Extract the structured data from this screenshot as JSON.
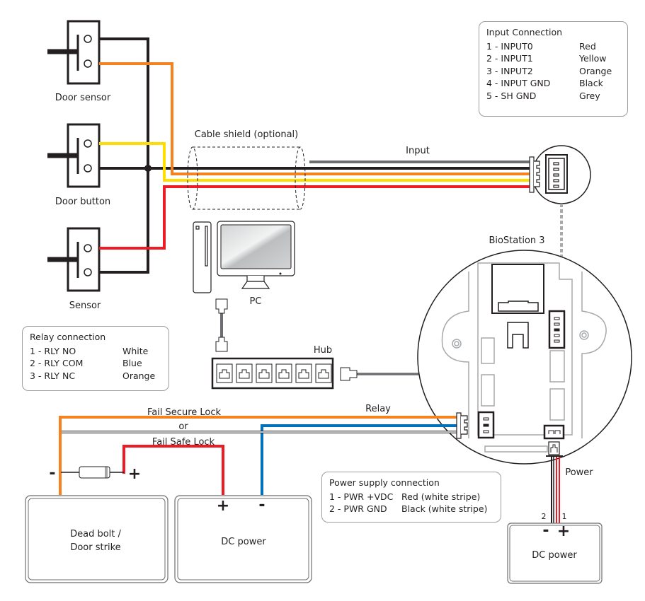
{
  "colors": {
    "black": "#231f20",
    "orange": "#f58220",
    "yellow": "#ffdd00",
    "red": "#ed1c24",
    "grey": "#6d6e71",
    "blue": "#0072bc",
    "light_grey": "#a7a9ac"
  },
  "labels": {
    "door_sensor": "Door sensor",
    "door_button": "Door button",
    "sensor": "Sensor",
    "cable_shield": "Cable shield (optional)",
    "input": "Input",
    "pc": "PC",
    "hub": "Hub",
    "biostation": "BioStation 3",
    "relay": "Relay",
    "fail_secure": "Fail Secure Lock",
    "or": "or",
    "fail_safe": "Fail Safe Lock",
    "power": "Power",
    "deadbolt_line1": "Dead bolt /",
    "deadbolt_line2": "Door strike",
    "dc_power_left": "DC power",
    "dc_power_right": "DC power",
    "plus": "+",
    "minus": "-",
    "pin_2": "2",
    "pin_1": "1"
  },
  "input_connection": {
    "title": "Input Connection",
    "rows": [
      {
        "pin": "1 - INPUT0",
        "color": "Red"
      },
      {
        "pin": "2 - INPUT1",
        "color": "Yellow"
      },
      {
        "pin": "3 - INPUT2",
        "color": "Orange"
      },
      {
        "pin": "4 - INPUT GND",
        "color": "Black"
      },
      {
        "pin": "5 - SH GND",
        "color": "Grey"
      }
    ]
  },
  "relay_connection": {
    "title": "Relay connection",
    "rows": [
      {
        "pin": "1 - RLY NO",
        "color": "White"
      },
      {
        "pin": "2 - RLY COM",
        "color": "Blue"
      },
      {
        "pin": "3 - RLY NC",
        "color": "Orange"
      }
    ]
  },
  "power_connection": {
    "title": "Power supply connection",
    "rows": [
      {
        "pin": "1 - PWR +VDC",
        "color": "Red (white stripe)"
      },
      {
        "pin": "2 - PWR GND",
        "color": "Black (white stripe)"
      }
    ]
  }
}
